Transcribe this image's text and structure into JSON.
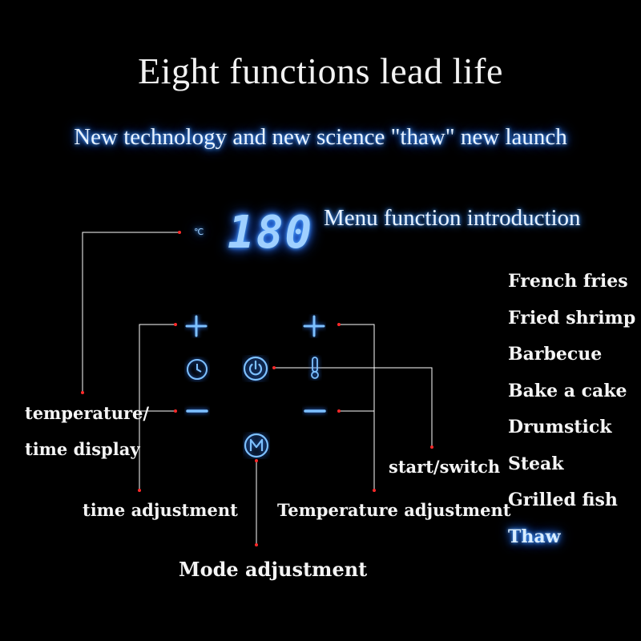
{
  "header": {
    "title": "Eight functions lead life",
    "subtitle": "New technology and new science \"thaw\" new launch"
  },
  "display": {
    "value": "180",
    "unit": "℃"
  },
  "panel": {
    "menu_title": "Menu function introduction",
    "labels": {
      "temp_time_display_line1": "temperature/",
      "temp_time_display_line2": "time display",
      "time_adjustment": "time adjustment",
      "temperature_adjustment": "Temperature adjustment",
      "start_switch": "start/switch",
      "mode_adjustment": "Mode adjustment"
    },
    "buttons": {
      "time_plus": "plus-icon",
      "time_minus": "minus-icon",
      "timer": "clock-icon",
      "power": "power-icon",
      "thermometer": "thermometer-icon",
      "temp_plus": "plus-icon",
      "temp_minus": "minus-icon",
      "mode": "mode-m-icon"
    }
  },
  "menu": {
    "items": [
      "French fries",
      "Fried shrimp",
      "Barbecue",
      "Bake a cake",
      "Drumstick",
      "Steak",
      "Grilled fish",
      "Thaw"
    ],
    "active_index": 7
  },
  "colors": {
    "background": "#000000",
    "glow_blue": "#4da3ff",
    "leader_line": "#ffffff",
    "leader_dot": "#ff2a2a"
  }
}
